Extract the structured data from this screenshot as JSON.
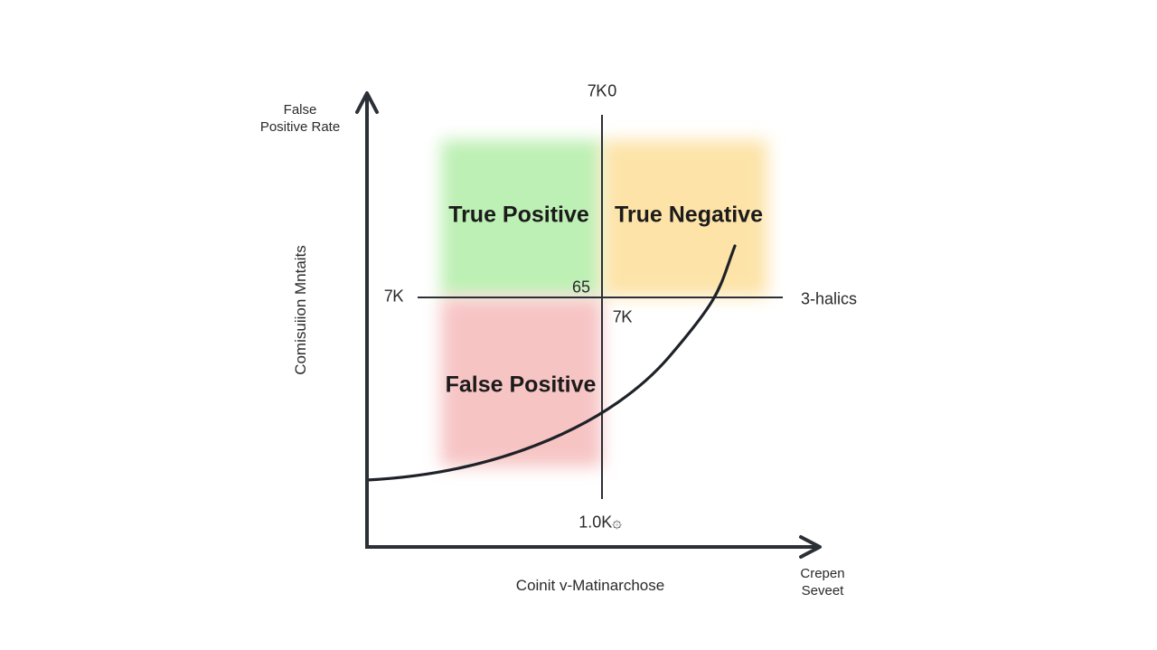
{
  "diagram": {
    "y_axis_title": "False Positive Rate",
    "y_axis_side_label": "Comisuiion Mntaits",
    "x_axis_title": "Coinit v-Matinarchose",
    "x_axis_corner_label": "Crepen Seveet",
    "quadrants": {
      "top_left": {
        "label": "True Positive",
        "color": "#bdf0b4"
      },
      "top_right": {
        "label": "True Negative",
        "color": "#fde3a8"
      },
      "bottom_left": {
        "label": "False Positive",
        "color": "#f7c4c4"
      }
    },
    "labels": {
      "top_center": "7Ꮶ0",
      "left_line": "7Ꮶ",
      "center": "65",
      "center_below": "7Ꮶ",
      "bottom_center": "1.0K۞",
      "right_line": "3-halics"
    },
    "colors": {
      "axis": "#2b2f36",
      "curve": "#1e2228"
    }
  }
}
